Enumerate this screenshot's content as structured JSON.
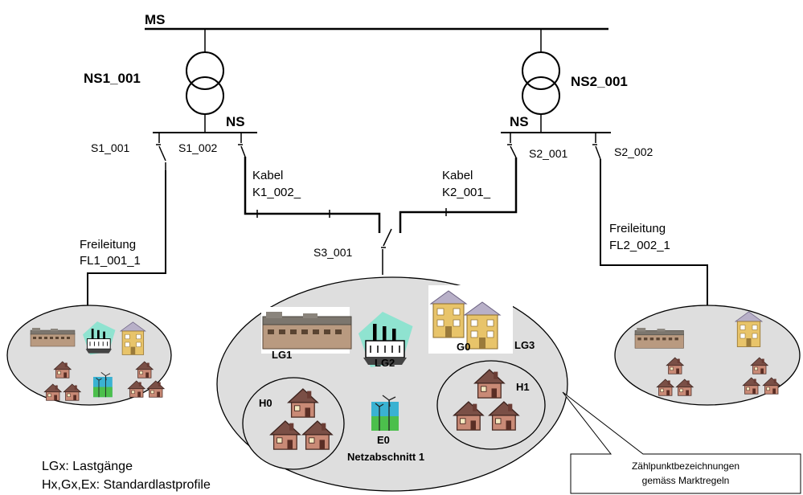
{
  "labels": {
    "ms": "MS",
    "ns1_001": "NS1_001",
    "ns2_001": "NS2_001",
    "ns_left": "NS",
    "ns_right": "NS",
    "s1_001": "S1_001",
    "s1_002": "S1_002",
    "s2_001": "S2_001",
    "s2_002": "S2_002",
    "s3_001": "S3_001",
    "kabel_left": "Kabel",
    "k1_002": "K1_002_",
    "kabel_right": "Kabel",
    "k2_001": "K2_001_",
    "freileitung_left": "Freileitung",
    "fl1_001": "FL1_001_1",
    "freileitung_right": "Freileitung",
    "fl2_002": "FL2_002_1",
    "lg1": "LG1",
    "lg2": "LG2",
    "lg3": "LG3",
    "g0": "G0",
    "h0": "H0",
    "h1": "H1",
    "e0": "E0",
    "netzabschnitt": "Netzabschnitt 1"
  },
  "legend": {
    "line1": "LGx: Lastgänge",
    "line2": "Hx,Gx,Ex: Standardlastprofile"
  },
  "callout": {
    "line1": "Zählpunktbezeichnungen",
    "line2": "gemäss Marktregeln"
  },
  "icons": {
    "house": "house-icon",
    "factory": "factory-icon",
    "office": "office-building-icon",
    "plant": "power-plant-icon",
    "wind": "wind-turbine-icon",
    "transformer": "transformer-icon"
  },
  "colors": {
    "ellipse_fill": "#dedede",
    "roof": "#7a4f46",
    "wall": "#c98a76",
    "office_wall": "#e8c46a",
    "plant_bg": "#8fe3d0"
  }
}
